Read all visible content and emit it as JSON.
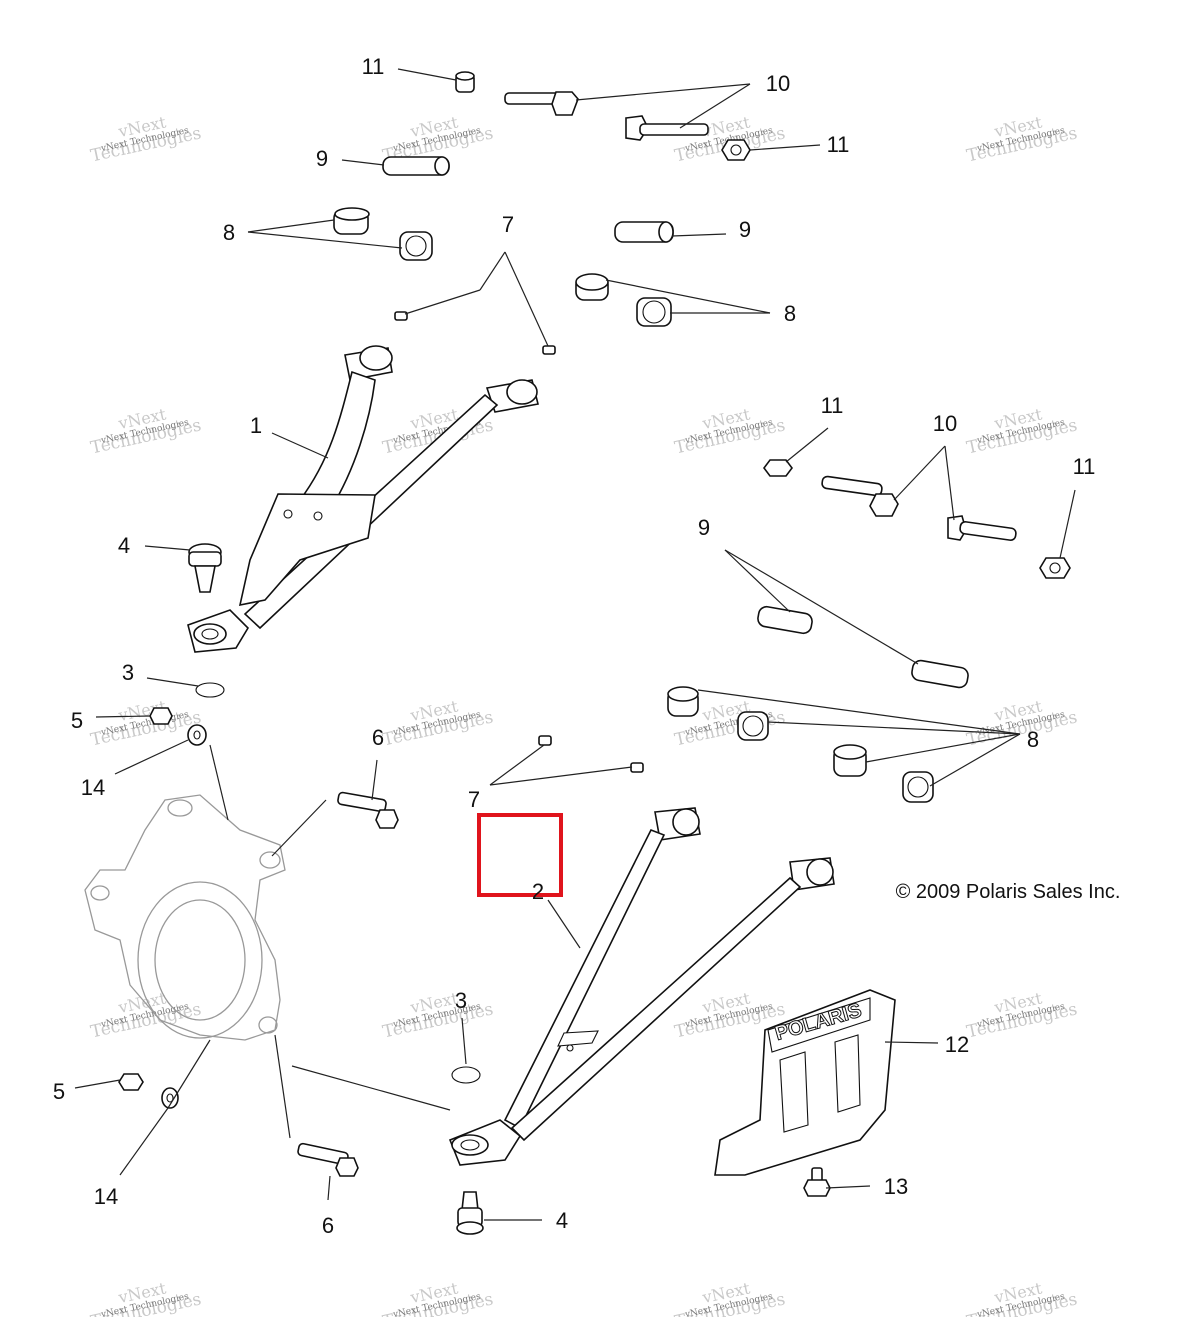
{
  "callouts": [
    {
      "id": "c11a",
      "label": "11"
    },
    {
      "id": "c10a",
      "label": "10"
    },
    {
      "id": "c11b",
      "label": "11"
    },
    {
      "id": "c9a",
      "label": "9"
    },
    {
      "id": "c8a",
      "label": "8"
    },
    {
      "id": "c7a",
      "label": "7"
    },
    {
      "id": "c9b",
      "label": "9"
    },
    {
      "id": "c8b",
      "label": "8"
    },
    {
      "id": "c1",
      "label": "1"
    },
    {
      "id": "c11c",
      "label": "11"
    },
    {
      "id": "c10b",
      "label": "10"
    },
    {
      "id": "c11d",
      "label": "11"
    },
    {
      "id": "c4a",
      "label": "4"
    },
    {
      "id": "c9c",
      "label": "9"
    },
    {
      "id": "c3a",
      "label": "3"
    },
    {
      "id": "c5a",
      "label": "5"
    },
    {
      "id": "c14a",
      "label": "14"
    },
    {
      "id": "c6a",
      "label": "6"
    },
    {
      "id": "c7b",
      "label": "7"
    },
    {
      "id": "c8c",
      "label": "8"
    },
    {
      "id": "c2",
      "label": "2"
    },
    {
      "id": "c3b",
      "label": "3"
    },
    {
      "id": "c12",
      "label": "12"
    },
    {
      "id": "c5b",
      "label": "5"
    },
    {
      "id": "c14b",
      "label": "14"
    },
    {
      "id": "c6b",
      "label": "6"
    },
    {
      "id": "c4b",
      "label": "4"
    },
    {
      "id": "c13",
      "label": "13"
    }
  ],
  "copyright": "© 2009 Polaris Sales Inc.",
  "brand_plate_text": "POLARIS",
  "watermark": {
    "line1": "vNext",
    "line2": "Technologies",
    "line3": "vNext Technologies"
  },
  "colors": {
    "highlight": "#e0141c",
    "line": "#111111",
    "watermark": "#c9c9c9"
  }
}
